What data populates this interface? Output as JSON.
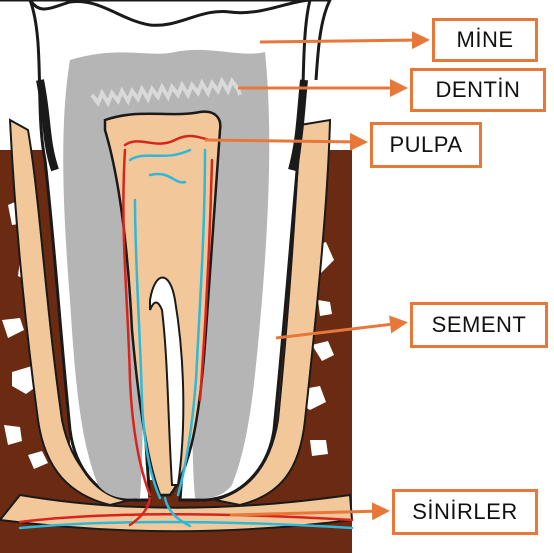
{
  "labels": {
    "mine": "MİNE",
    "dentin": "DENTİN",
    "pulpa": "PULPA",
    "sement": "SEMENT",
    "sinirler": "SİNİRLER"
  },
  "colors": {
    "arrow": "#e8773a",
    "box_border": "#e8773a",
    "bone": "#6b2a12",
    "gum_tissue": "#f2c89a",
    "dentin": "#b5b5b5",
    "enamel": "#ffffff",
    "outline": "#1a1a1a",
    "nerve_red": "#d9241c",
    "nerve_blue": "#2fb8d8"
  },
  "icons": [
    "tooth-cross-section-illustration",
    "arrow-right-icon"
  ]
}
